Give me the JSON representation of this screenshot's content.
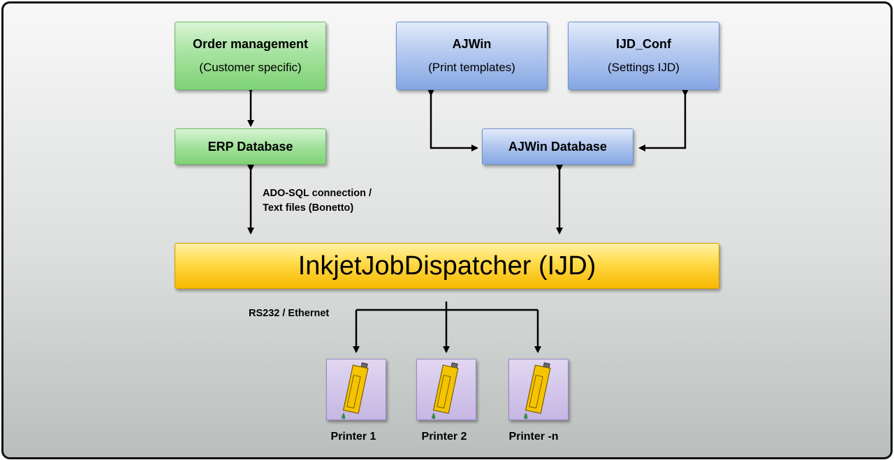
{
  "boxes": {
    "order_management": {
      "title": "Order management",
      "subtitle": "(Customer specific)"
    },
    "ajwin": {
      "title": "AJWin",
      "subtitle": "(Print templates)"
    },
    "ijd_conf": {
      "title": "IJD_Conf",
      "subtitle": "(Settings IJD)"
    },
    "erp_database": {
      "title": "ERP Database"
    },
    "ajwin_database": {
      "title": "AJWin Database"
    },
    "dispatcher": {
      "title": "InkjetJobDispatcher (IJD)"
    }
  },
  "connections": {
    "erp_to_ijd_line1": "ADO-SQL connection /",
    "erp_to_ijd_line2": "Text files (Bonetto)",
    "ijd_to_printers": "RS232 / Ethernet"
  },
  "printers": [
    {
      "label": "Printer 1"
    },
    {
      "label": "Printer 2"
    },
    {
      "label": "Printer -n"
    }
  ],
  "colors": {
    "green": "#a7e3a0",
    "blue": "#b4c9f0",
    "yellow": "#ffd945",
    "printer_bg": "#c6b6e3",
    "cartridge": "#f5c400",
    "ink_drop": "#2f8f4a"
  },
  "icons": {
    "printer": "inkjet-cartridge-icon"
  }
}
